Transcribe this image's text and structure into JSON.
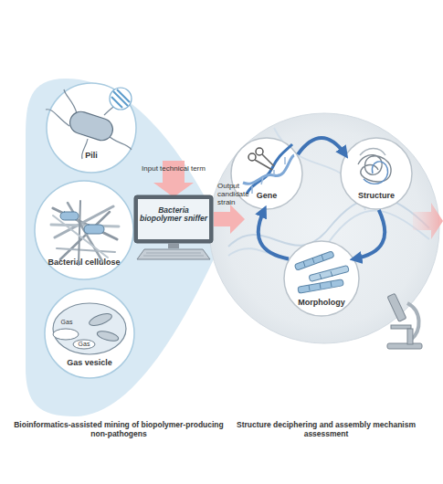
{
  "diagram": {
    "nodes": [
      {
        "text": [
          "Pili"
        ]
      },
      {
        "text": [
          "Bacterial cellulose"
        ]
      },
      {
        "text": [
          "Gas vesicle"
        ]
      },
      {
        "text": [
          "Bacteria biopolymer sniffer"
        ]
      },
      {
        "text": [
          "Gene"
        ]
      },
      {
        "text": [
          "Structure"
        ]
      },
      {
        "text": [
          "Morphology"
        ]
      }
    ],
    "edges": [
      {
        "from": 4,
        "to": 5,
        "arrow": "to"
      },
      {
        "from": 5,
        "to": 6,
        "arrow": "to"
      },
      {
        "from": 6,
        "to": 4,
        "arrow": "to"
      }
    ],
    "labels": [
      "Input technical term",
      "Output candidate strain",
      "Gas",
      "Gas",
      "Bioinformatics-assisted mining of biopolymer-producing non-pathogens",
      "Structure deciphering and assembly mechanism assessment"
    ]
  }
}
